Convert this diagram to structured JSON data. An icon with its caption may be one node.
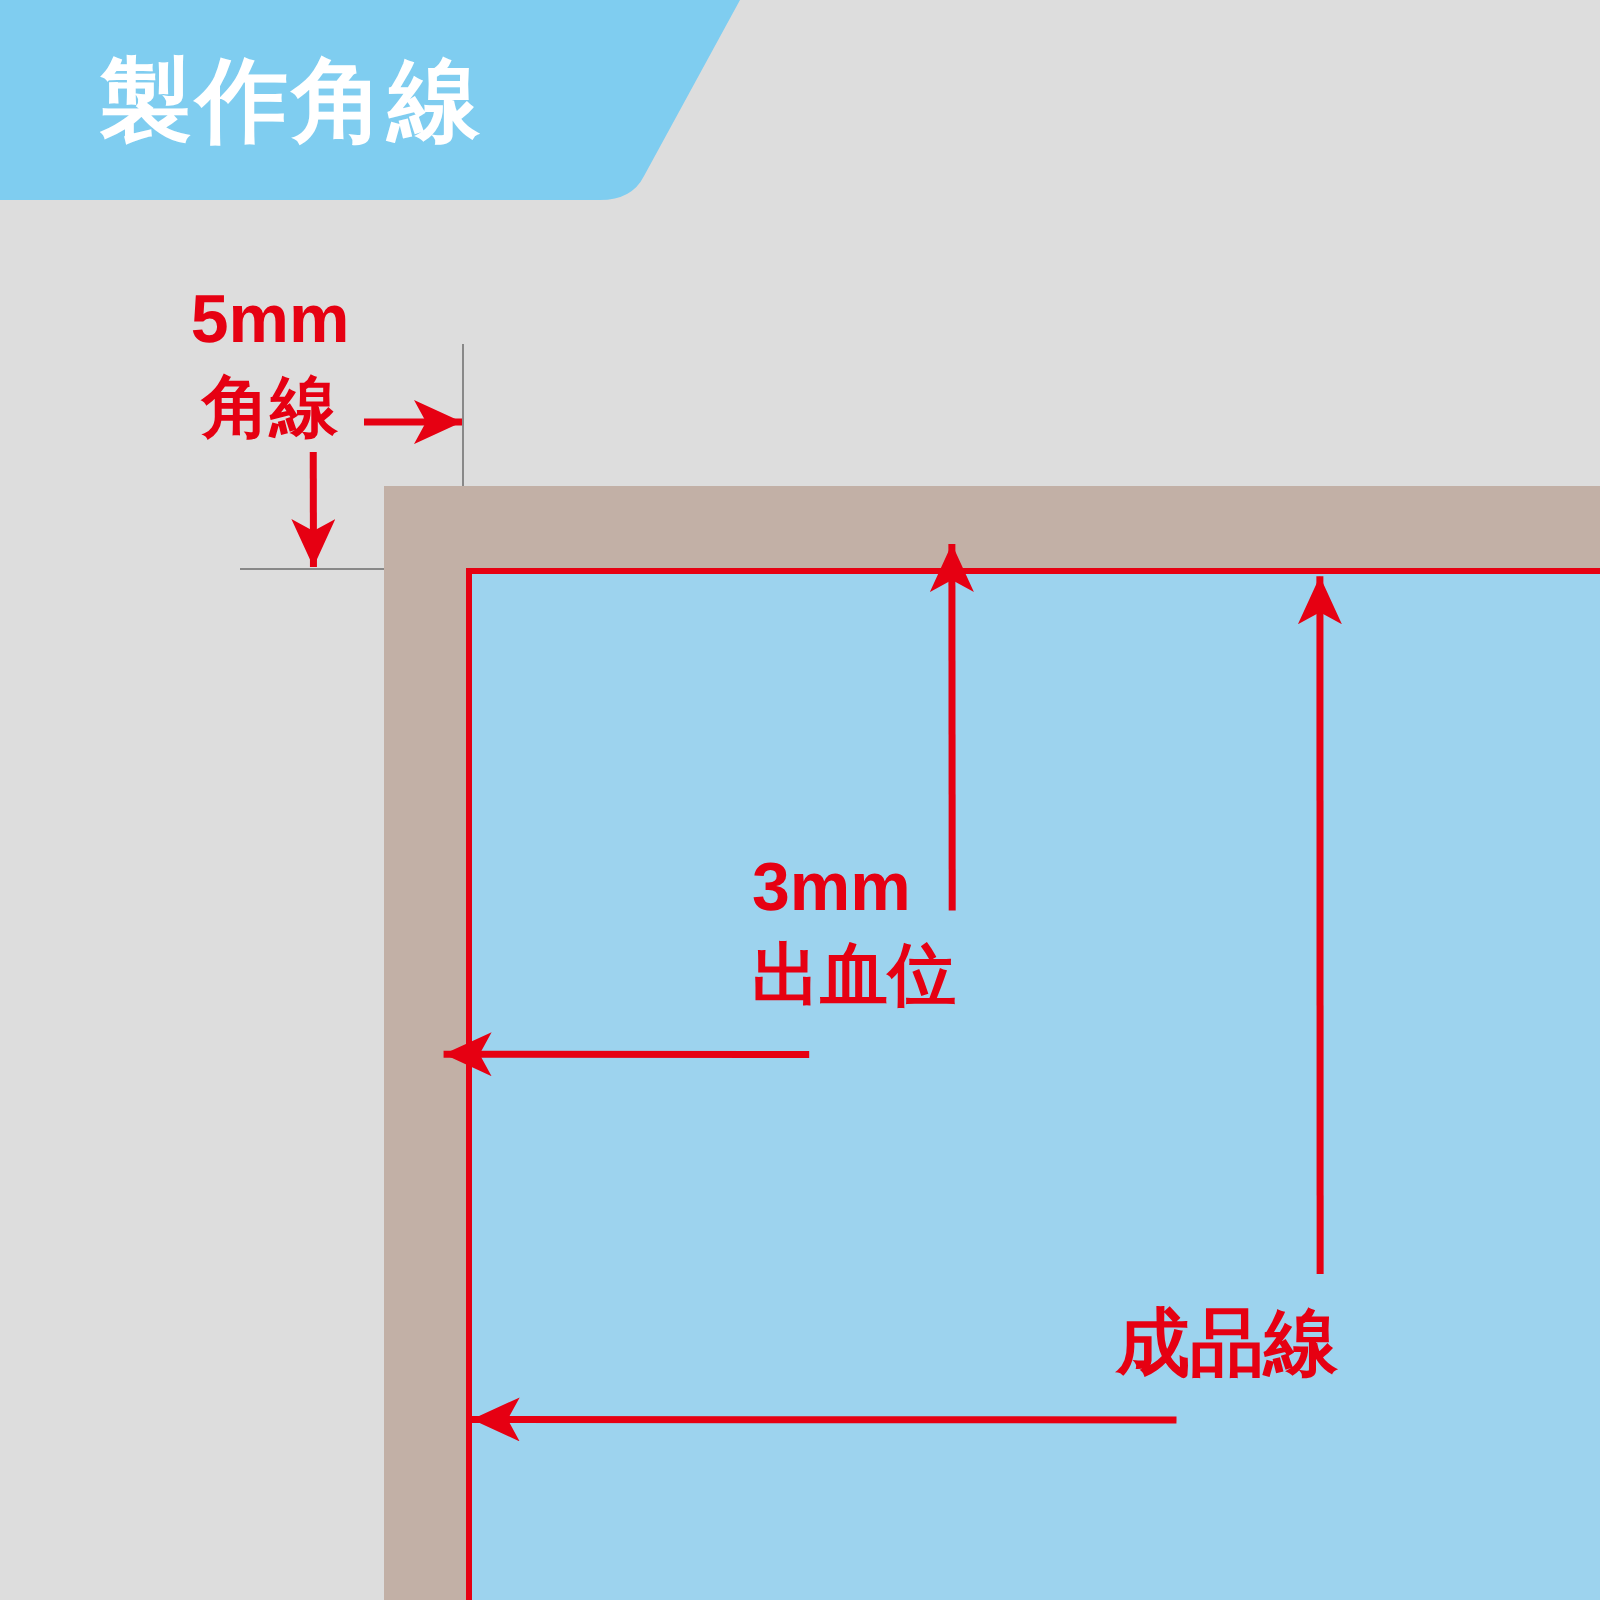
{
  "diagram": {
    "title": "製作角線",
    "nodes": [
      {
        "text": [
          "5mm 角線"
        ]
      },
      {
        "text": [],
        "shape": "line"
      },
      {
        "text": [],
        "shape": "line"
      },
      {
        "text": [],
        "shape": "box"
      },
      {
        "text": [],
        "shape": "box",
        "in": 3
      },
      {
        "text": [
          "3mm 出血位"
        ],
        "in": 4
      },
      {
        "text": [
          "成品線"
        ],
        "in": 4
      }
    ],
    "edges": [
      {
        "from": 0,
        "to": 1,
        "arrow": "to"
      },
      {
        "from": 0,
        "to": 2,
        "arrow": "to"
      },
      {
        "from": 5,
        "to": 3,
        "arrow": "to"
      },
      {
        "from": 5,
        "to": 3,
        "arrow": "to"
      },
      {
        "from": 6,
        "to": 4,
        "arrow": "to"
      },
      {
        "from": 6,
        "to": 4,
        "arrow": "to"
      }
    ]
  }
}
